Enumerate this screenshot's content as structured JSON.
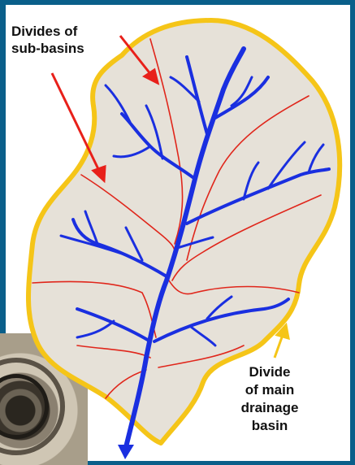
{
  "labels": {
    "subbasin_divides_line1": "Divides of",
    "subbasin_divides_line2": "sub-basins",
    "main_divide_line1": "Divide",
    "main_divide_line2": "of main",
    "main_divide_line3": "drainage",
    "main_divide_line4": "basin"
  },
  "colors": {
    "frame": "#0a5f8a",
    "basin_fill": "#e6e1d8",
    "main_divide": "#f5c518",
    "sub_divides": "#e0261b",
    "streams": "#1a2fe0",
    "arrow_red": "#e8201a",
    "arrow_yellow": "#f5c518"
  }
}
